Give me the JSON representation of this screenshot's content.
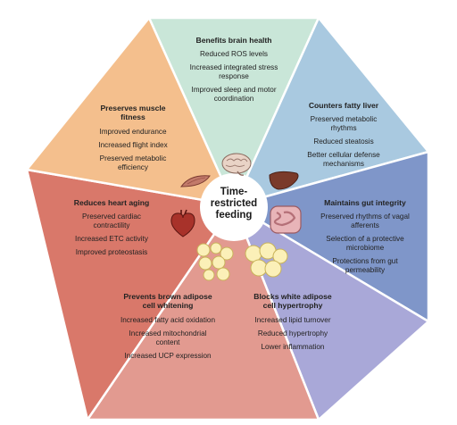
{
  "center": {
    "line1": "Time-",
    "line2": "restricted",
    "line3": "feeding"
  },
  "segments": {
    "brain": {
      "title": "Benefits brain health",
      "items": [
        "Reduced ROS levels",
        "Increased integrated stress response",
        "Improved sleep and motor coordination"
      ],
      "color": "#c9e6d8",
      "icon": "brain-icon"
    },
    "liver": {
      "title": "Counters fatty liver",
      "items": [
        "Preserved metabolic rhythms",
        "Reduced steatosis",
        "Better cellular defense mechanisms"
      ],
      "color": "#a9c9e0",
      "icon": "liver-icon"
    },
    "gut": {
      "title": "Maintains gut integrity",
      "items": [
        "Preserved rhythms of vagal afferents",
        "Selection of a protective microbiome",
        "Protections from gut permeability"
      ],
      "color": "#7f96c9",
      "icon": "intestine-icon"
    },
    "white_adipose": {
      "title": "Blocks white adipose cell hypertrophy",
      "items": [
        "Increased lipid turnover",
        "Reduced hypertrophy",
        "Lower inflammation"
      ],
      "color": "#a9a8d8",
      "icon": "white-adipose-cells-icon"
    },
    "brown_adipose": {
      "title": "Prevents brown adipose cell whitening",
      "items": [
        "Increased fatty acid oxidation",
        "Increased mitochondrial content",
        "Increased UCP expression"
      ],
      "color": "#e29a90",
      "icon": "brown-adipose-cells-icon"
    },
    "heart": {
      "title": "Reduces heart aging",
      "items": [
        "Preserved cardiac contractility",
        "Increased ETC activity",
        "Improved proteostasis"
      ],
      "color": "#d9786a",
      "icon": "heart-icon"
    },
    "muscle": {
      "title": "Preserves muscle fitness",
      "items": [
        "Improved endurance",
        "Increased flight index",
        "Preserved metabolic efficiency"
      ],
      "color": "#f4bf8d",
      "icon": "muscle-icon"
    }
  }
}
